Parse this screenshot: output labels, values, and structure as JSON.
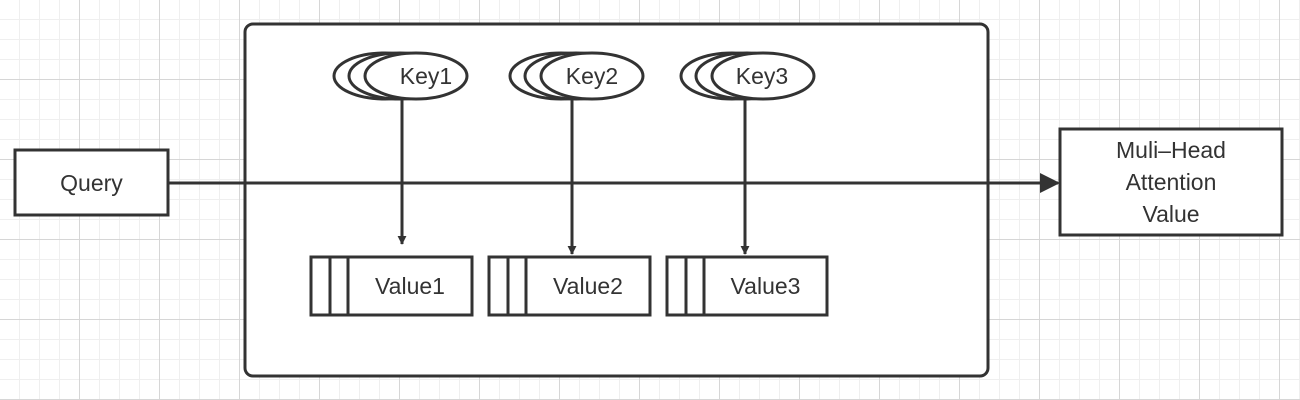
{
  "query": {
    "label": "Query"
  },
  "keys": [
    {
      "label": "Key1"
    },
    {
      "label": "Key2"
    },
    {
      "label": "Key3"
    }
  ],
  "values": [
    {
      "label": "Value1"
    },
    {
      "label": "Value2"
    },
    {
      "label": "Value3"
    }
  ],
  "output": {
    "lines": [
      "Muli–Head",
      "Attention",
      "Value"
    ]
  },
  "colors": {
    "stroke": "#333333",
    "background": "#ffffff",
    "grid": "#d6d6d6"
  }
}
